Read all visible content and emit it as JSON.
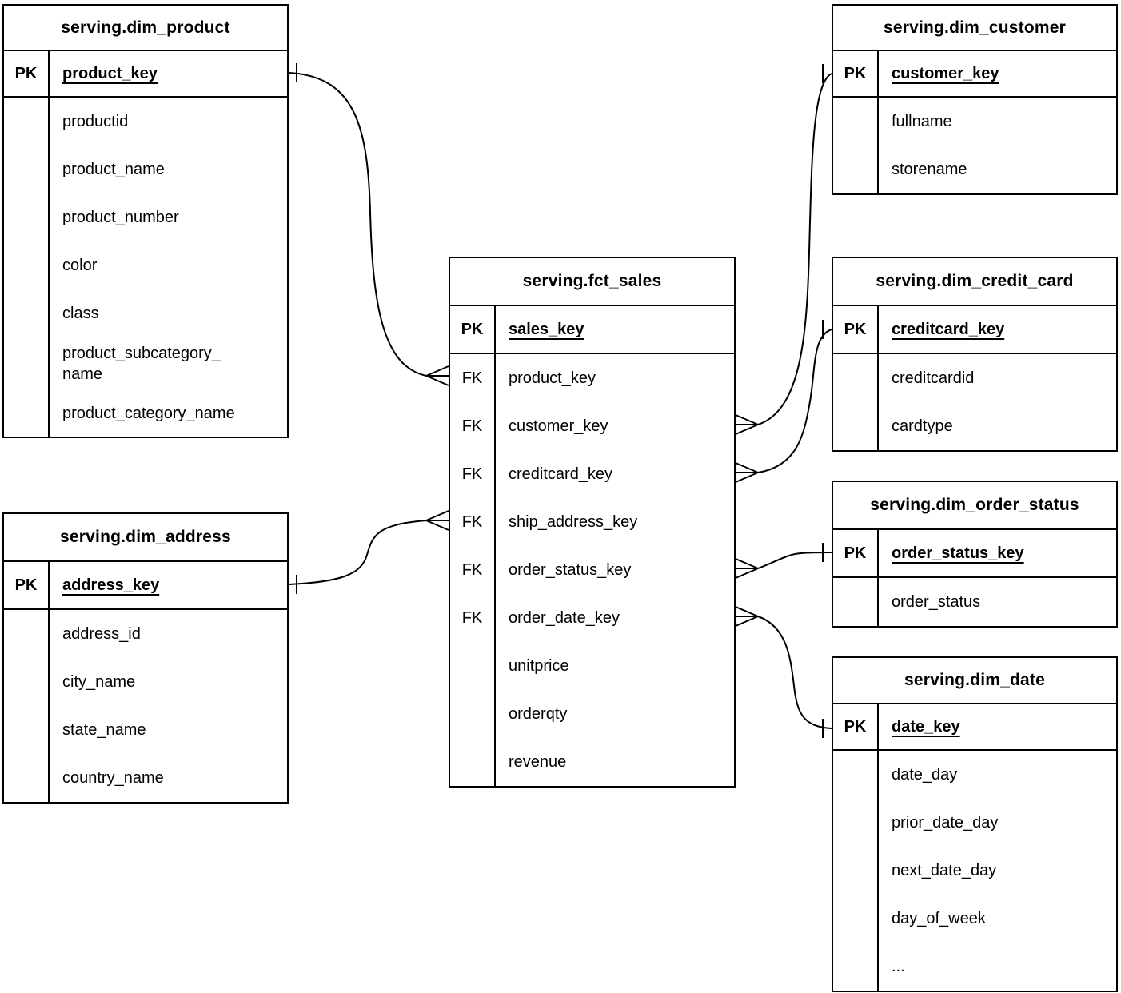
{
  "canvas": {
    "background": "#ffffff",
    "line_color": "#000000",
    "text_color": "#000000"
  },
  "tables": [
    {
      "id": "dim_product",
      "title": "serving.dim_product",
      "pk": {
        "tag": "PK",
        "field": "product_key"
      },
      "rows": [
        {
          "tag": "",
          "field": "productid"
        },
        {
          "tag": "",
          "field": "product_name"
        },
        {
          "tag": "",
          "field": "product_number"
        },
        {
          "tag": "",
          "field": "color"
        },
        {
          "tag": "",
          "field": "class"
        },
        {
          "tag": "",
          "field": "product_subcategory_\nname"
        },
        {
          "tag": "",
          "field": "product_category_name"
        }
      ]
    },
    {
      "id": "dim_address",
      "title": "serving.dim_address",
      "pk": {
        "tag": "PK",
        "field": "address_key"
      },
      "rows": [
        {
          "tag": "",
          "field": "address_id"
        },
        {
          "tag": "",
          "field": "city_name"
        },
        {
          "tag": "",
          "field": "state_name"
        },
        {
          "tag": "",
          "field": "country_name"
        }
      ]
    },
    {
      "id": "fct_sales",
      "title": "serving.fct_sales",
      "pk": {
        "tag": "PK",
        "field": "sales_key"
      },
      "rows": [
        {
          "tag": "FK",
          "field": "product_key"
        },
        {
          "tag": "FK",
          "field": "customer_key"
        },
        {
          "tag": "FK",
          "field": "creditcard_key"
        },
        {
          "tag": "FK",
          "field": "ship_address_key"
        },
        {
          "tag": "FK",
          "field": "order_status_key"
        },
        {
          "tag": "FK",
          "field": "order_date_key"
        },
        {
          "tag": "",
          "field": "unitprice"
        },
        {
          "tag": "",
          "field": "orderqty"
        },
        {
          "tag": "",
          "field": "revenue"
        }
      ]
    },
    {
      "id": "dim_customer",
      "title": "serving.dim_customer",
      "pk": {
        "tag": "PK",
        "field": "customer_key"
      },
      "rows": [
        {
          "tag": "",
          "field": "fullname"
        },
        {
          "tag": "",
          "field": "storename"
        }
      ]
    },
    {
      "id": "dim_credit_card",
      "title": "serving.dim_credit_card",
      "pk": {
        "tag": "PK",
        "field": "creditcard_key"
      },
      "rows": [
        {
          "tag": "",
          "field": "creditcardid"
        },
        {
          "tag": "",
          "field": "cardtype"
        }
      ]
    },
    {
      "id": "dim_order_status",
      "title": "serving.dim_order_status",
      "pk": {
        "tag": "PK",
        "field": "order_status_key"
      },
      "rows": [
        {
          "tag": "",
          "field": "order_status"
        }
      ]
    },
    {
      "id": "dim_date",
      "title": "serving.dim_date",
      "pk": {
        "tag": "PK",
        "field": "date_key"
      },
      "rows": [
        {
          "tag": "",
          "field": "date_day"
        },
        {
          "tag": "",
          "field": "prior_date_day"
        },
        {
          "tag": "",
          "field": "next_date_day"
        },
        {
          "tag": "",
          "field": "day_of_week"
        },
        {
          "tag": "",
          "field": "..."
        }
      ]
    }
  ],
  "relationships": [
    {
      "many": "serving.fct_sales.product_key",
      "one": "serving.dim_product.product_key"
    },
    {
      "many": "serving.fct_sales.customer_key",
      "one": "serving.dim_customer.customer_key"
    },
    {
      "many": "serving.fct_sales.creditcard_key",
      "one": "serving.dim_credit_card.creditcard_key"
    },
    {
      "many": "serving.fct_sales.ship_address_key",
      "one": "serving.dim_address.address_key"
    },
    {
      "many": "serving.fct_sales.order_status_key",
      "one": "serving.dim_order_status.order_status_key"
    },
    {
      "many": "serving.fct_sales.order_date_key",
      "one": "serving.dim_date.date_key"
    }
  ]
}
